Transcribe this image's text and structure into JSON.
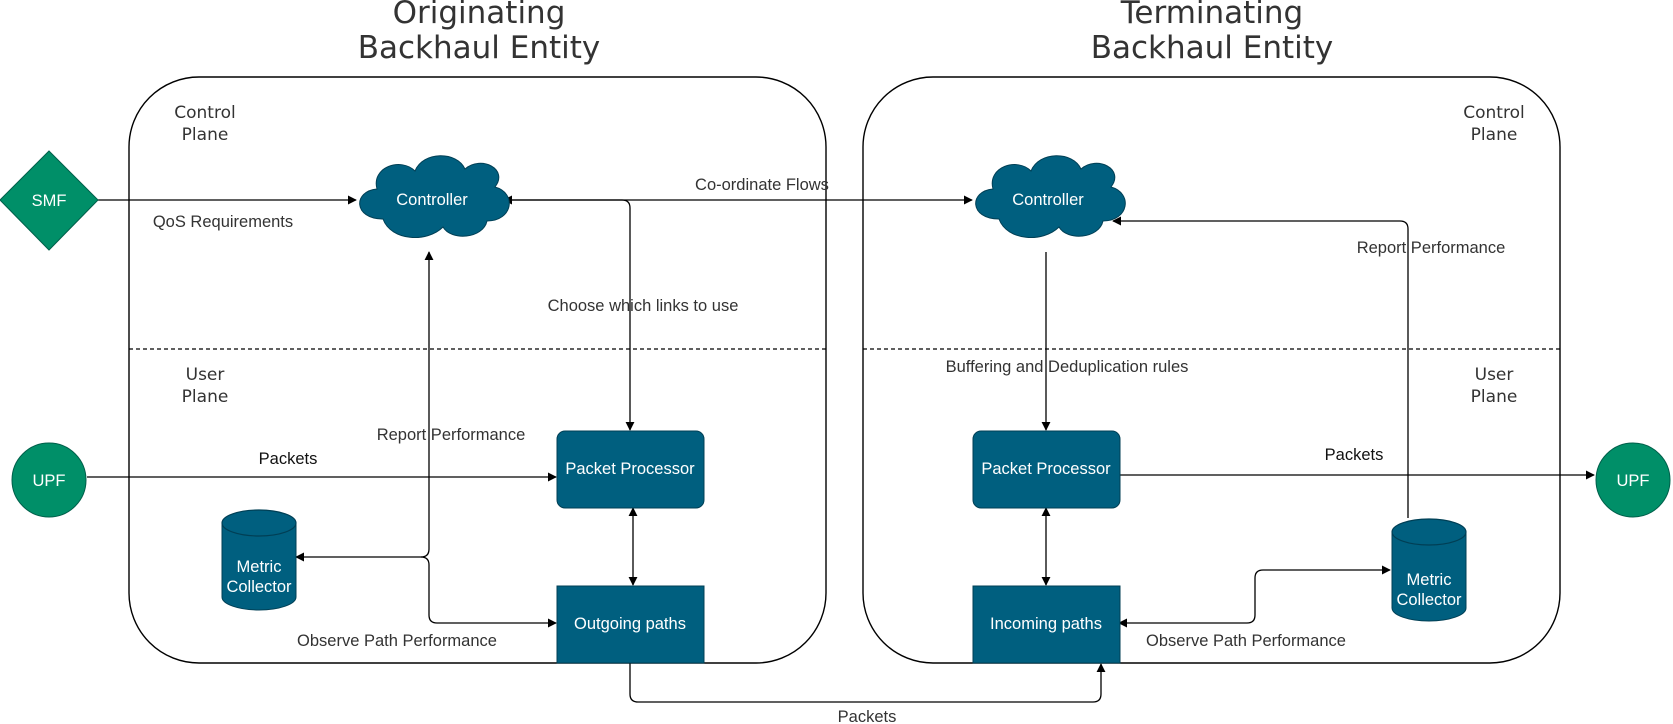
{
  "entities": {
    "originating": {
      "title_line1": "Originating",
      "title_line2": "Backhaul Entity"
    },
    "terminating": {
      "title_line1": "Terminating",
      "title_line2": "Backhaul Entity"
    }
  },
  "planes": {
    "left_control": {
      "line1": "Control",
      "line2": "Plane"
    },
    "left_user": {
      "line1": "User",
      "line2": "Plane"
    },
    "right_control": {
      "line1": "Control",
      "line2": "Plane"
    },
    "right_user": {
      "line1": "User",
      "line2": "Plane"
    }
  },
  "nodes": {
    "smf": "SMF",
    "upf_in": "UPF",
    "upf_out": "UPF",
    "controller_left": "Controller",
    "controller_right": "Controller",
    "packet_processor_left": "Packet Processor",
    "packet_processor_right": "Packet Processor",
    "metric_collector_left": {
      "line1": "Metric",
      "line2": "Collector"
    },
    "metric_collector_right": {
      "line1": "Metric",
      "line2": "Collector"
    },
    "outgoing_paths": "Outgoing paths",
    "incoming_paths": "Incoming paths"
  },
  "edge_labels": {
    "qos_requirements": "QoS Requirements",
    "coordinate_flows": "Co-ordinate Flows",
    "choose_links": "Choose which links to use",
    "report_performance_left": "Report  Performance",
    "report_performance_right": "Report  Performance",
    "buffering_rules": "Buffering and  Deduplication rules",
    "packets_in": "Packets",
    "packets_out": "Packets",
    "packets_between": "Packets",
    "observe_left": "Observe Path Performance",
    "observe_right": "Observe Path Performance"
  },
  "colors": {
    "node_fill": "#005f7f",
    "endpoint_fill": "#008f68",
    "line": "#000000",
    "text": "#333333"
  }
}
